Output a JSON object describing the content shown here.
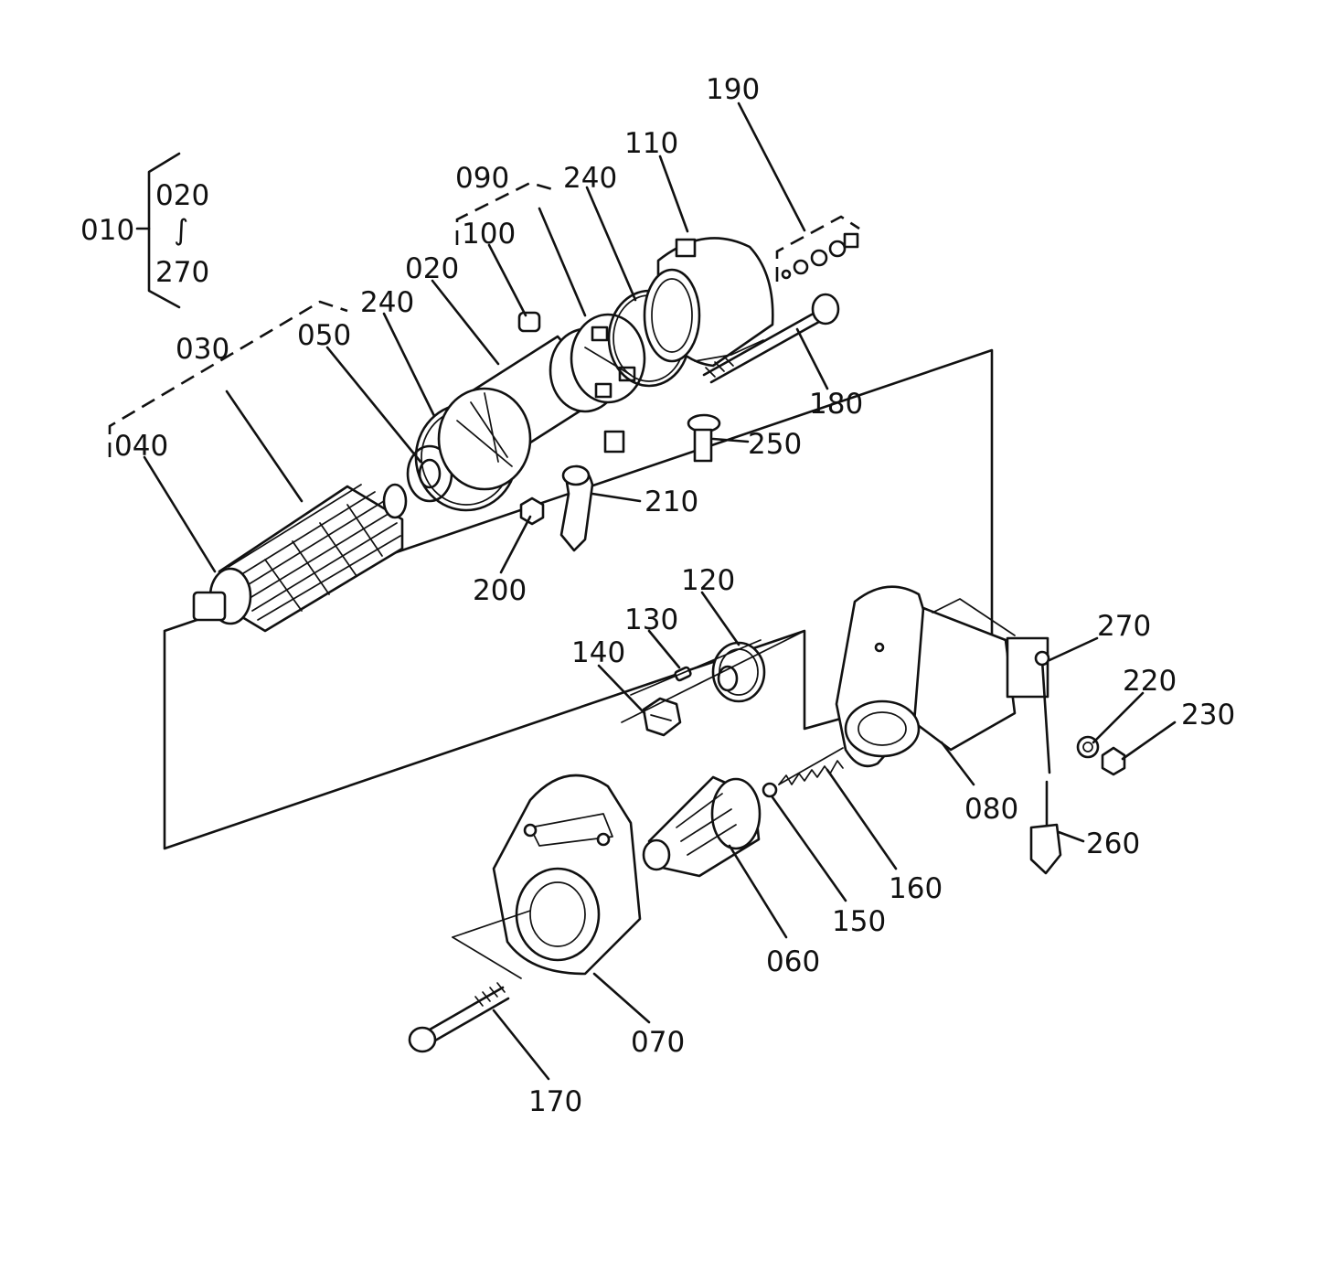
{
  "labels": {
    "p010": "010",
    "p020_top": "020",
    "p020_range_mark": "∫",
    "p270_range": "270",
    "p190": "190",
    "p110": "110",
    "p090": "090",
    "p240_upper": "240",
    "p100": "100",
    "p020": "020",
    "p240_lower": "240",
    "p030": "030",
    "p050": "050",
    "p040": "040",
    "p180": "180",
    "p250": "250",
    "p210": "210",
    "p200": "200",
    "p120": "120",
    "p130": "130",
    "p140": "140",
    "p270": "270",
    "p220": "220",
    "p230": "230",
    "p080": "080",
    "p260": "260",
    "p160": "160",
    "p150": "150",
    "p060": "060",
    "p070": "070",
    "p170": "170"
  }
}
